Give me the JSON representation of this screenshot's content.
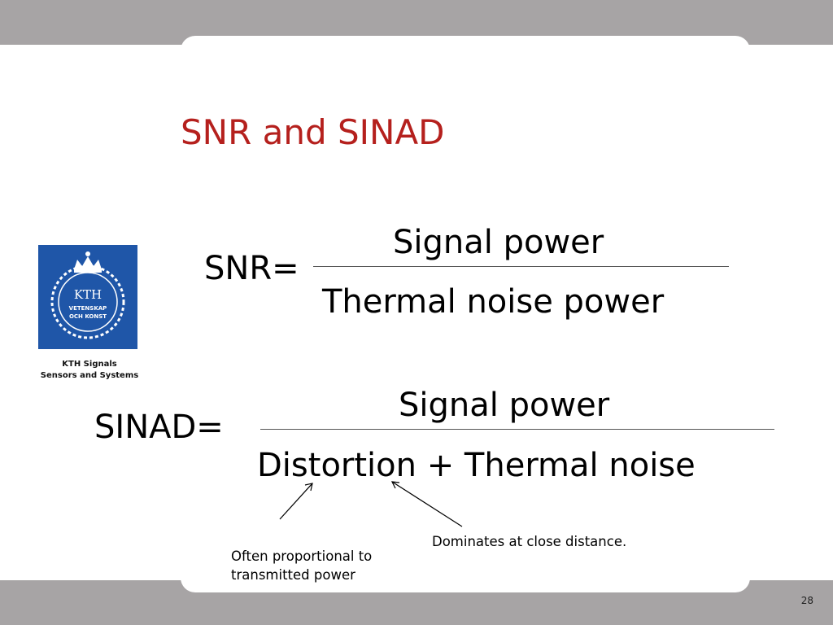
{
  "slide": {
    "title": "SNR and SINAD",
    "page_number": "28",
    "colors": {
      "title": "#b5201d",
      "band": "#a7a4a5",
      "logo_blue": "#1f56a8"
    }
  },
  "logo": {
    "caption_line1": "KTH Signals",
    "caption_line2": "Sensors and Systems",
    "seal_text_1": "KTH",
    "seal_text_2": "VETENSKAP",
    "seal_text_3": "OCH KONST"
  },
  "snr": {
    "label": "SNR=",
    "numerator": "Signal power",
    "denominator": "Thermal noise power"
  },
  "sinad": {
    "label": "SINAD=",
    "numerator": "Signal power",
    "denominator": "Distortion + Thermal noise"
  },
  "annotations": {
    "distortion_note_line1": "Often proportional to",
    "distortion_note_line2": "transmitted power",
    "noise_note": "Dominates at close distance."
  }
}
